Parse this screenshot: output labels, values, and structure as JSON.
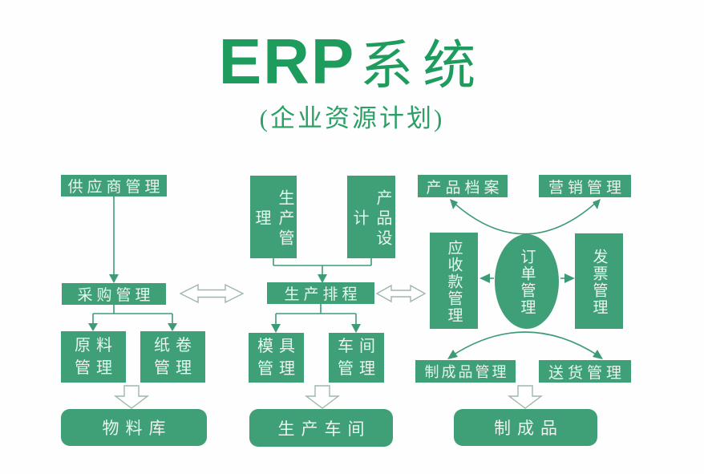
{
  "title": {
    "en": "ERP",
    "zh": "系统"
  },
  "subtitle": "(企业资源计划)",
  "colors": {
    "node_fill": "#3fa077",
    "node_text": "#eaf5ee",
    "title_green": "#1d9c5e",
    "connector_green": "#3e9b77",
    "hollow_arrow_outline": "#9fb7a9",
    "background": "#ffffff"
  },
  "nodes": {
    "supplier_mgmt": {
      "label": "供应商管理"
    },
    "production_mgmt": {
      "label": "生产管理"
    },
    "product_design": {
      "label": "产品设计"
    },
    "product_archive": {
      "label": "产品档案"
    },
    "marketing_mgmt": {
      "label": "营销管理"
    },
    "purchasing_mgmt": {
      "label": "采购管理"
    },
    "production_sched": {
      "label": "生产排程"
    },
    "receivables_mgmt": {
      "label": "应收款管理"
    },
    "order_mgmt": {
      "label": "订单管理"
    },
    "invoice_mgmt": {
      "label": "发票管理"
    },
    "raw_material_mgmt": {
      "lines": [
        "原料",
        "管理"
      ]
    },
    "paper_roll_mgmt": {
      "lines": [
        "纸卷",
        "管理"
      ]
    },
    "mold_mgmt": {
      "lines": [
        "模具",
        "管理"
      ]
    },
    "workshop_mgmt": {
      "lines": [
        "车间",
        "管理"
      ]
    },
    "finished_goods_mgmt": {
      "label": "制成品管理"
    },
    "delivery_mgmt": {
      "label": "送货管理"
    },
    "material_warehouse": {
      "label": "物料库"
    },
    "production_workshop": {
      "label": "生产车间"
    },
    "finished_goods": {
      "label": "制成品"
    }
  }
}
